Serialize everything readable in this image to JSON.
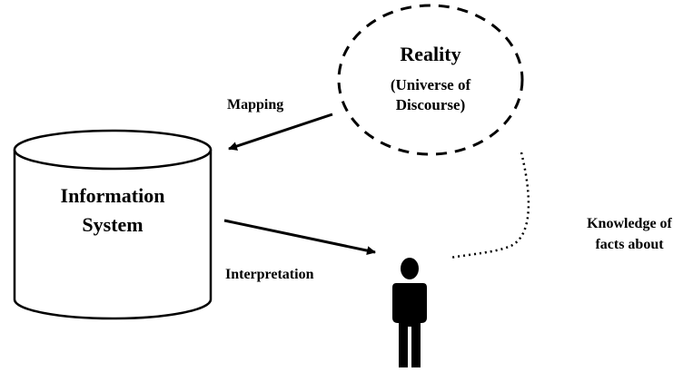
{
  "reality": {
    "title": "Reality",
    "line1": "(Universe of",
    "line2": "Discourse)"
  },
  "information_system": {
    "line1": "Information",
    "line2": "System"
  },
  "labels": {
    "mapping": "Mapping",
    "interpretation": "Interpretation",
    "knowledge_line1": "Knowledge of",
    "knowledge_line2": "facts about"
  },
  "icons": {
    "person": "person-icon"
  }
}
